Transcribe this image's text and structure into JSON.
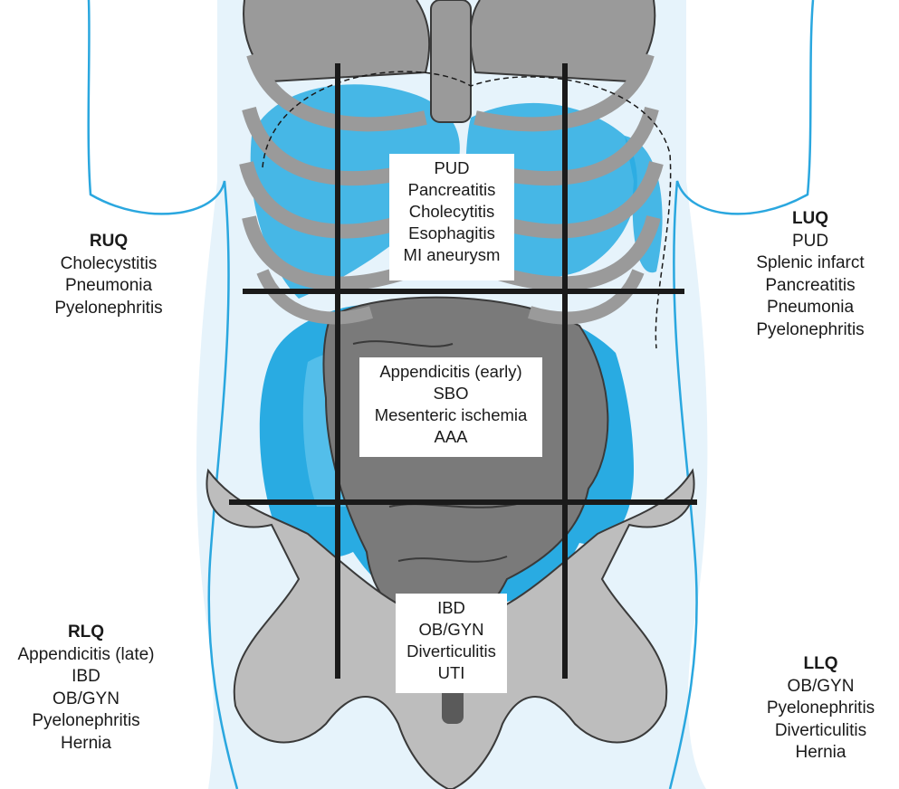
{
  "colors": {
    "body_outline": "#2aa7df",
    "skin_fill": "#e6f3fb",
    "organ_blue": "#29abe2",
    "organ_blue_light": "#6fcbf0",
    "bone_gray": "#8c8c8c",
    "bone_light": "#bdbdbd",
    "bowel_gray": "#7a7a7a",
    "grid_line": "#1a1a1a"
  },
  "quadrants": {
    "ruq": {
      "heading": "RUQ",
      "items": [
        "Cholecystitis",
        "Pneumonia",
        "Pyelonephritis"
      ]
    },
    "luq": {
      "heading": "LUQ",
      "items": [
        "PUD",
        "Splenic infarct",
        "Pancreatitis",
        "Pneumonia",
        "Pyelonephritis"
      ]
    },
    "rlq": {
      "heading": "RLQ",
      "items": [
        "Appendicitis (late)",
        "IBD",
        "OB/GYN",
        "Pyelonephritis",
        "Hernia"
      ]
    },
    "llq": {
      "heading": "LLQ",
      "items": [
        "OB/GYN",
        "Pyelonephritis",
        "Diverticulitis",
        "Hernia"
      ]
    }
  },
  "center_boxes": {
    "epigastric": {
      "items": [
        "PUD",
        "Pancreatitis",
        "Cholecytitis",
        "Esophagitis",
        "MI aneurysm"
      ]
    },
    "periumbilical": {
      "items": [
        "Appendicitis (early)",
        "SBO",
        "Mesenteric ischemia",
        "AAA"
      ]
    },
    "suprapubic": {
      "items": [
        "IBD",
        "OB/GYN",
        "Diverticulitis",
        "UTI"
      ]
    }
  }
}
